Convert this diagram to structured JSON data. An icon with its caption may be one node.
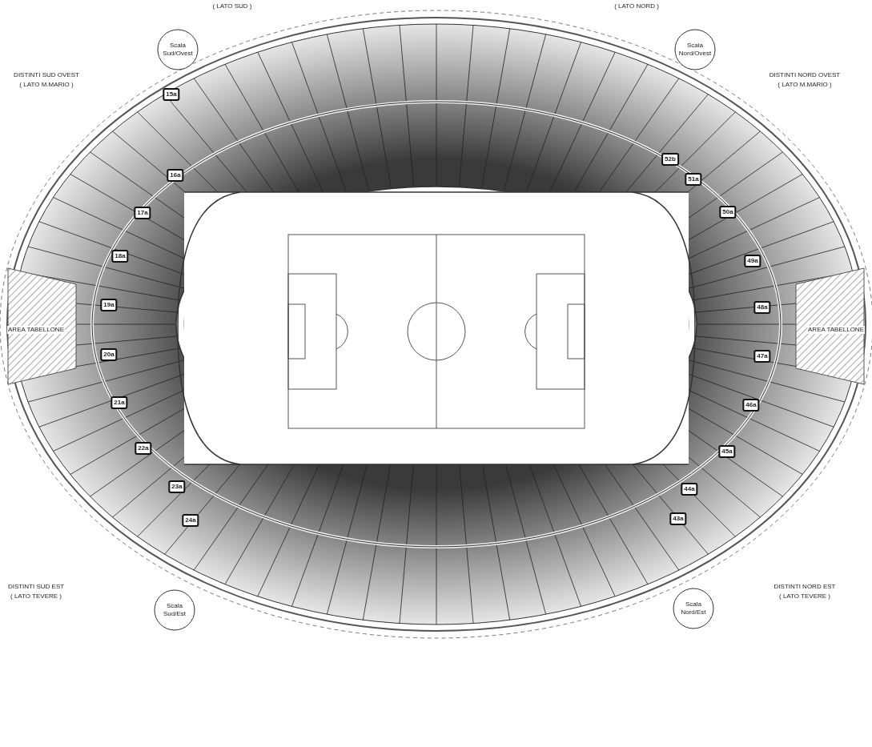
{
  "diagram": {
    "labels": [
      "( LATO SUD )",
      "( LATO NORD )",
      "Scala Sud/Ovest",
      "Scala Nord/Ovest",
      "DISTINTI SUD OVEST",
      "( LATO M.MARIO )",
      "DISTINTI NORD OVEST",
      "( LATO M.MARIO )",
      "15a",
      "16a",
      "52b",
      "51a",
      "17a",
      "50a",
      "18a",
      "49a",
      "19a",
      "48a",
      "AREA TABELLONE",
      "AREA TABELLONE",
      "20a",
      "47a",
      "21a",
      "46a",
      "22a",
      "45a",
      "23a",
      "44a",
      "24a",
      "43a",
      "DISTINTI SUD EST",
      "( LATO TEVERE )",
      "DISTINTI NORD EST",
      "( LATO TEVERE )",
      "Scala Sud/Est",
      "Scala Nord/Est"
    ]
  }
}
